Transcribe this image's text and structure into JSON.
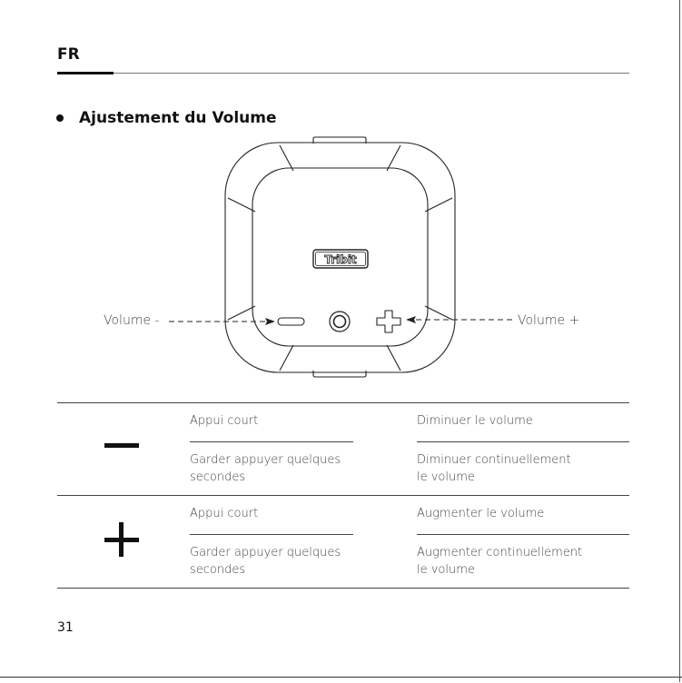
{
  "header": {
    "lang": "FR"
  },
  "section": {
    "title": "Ajustement du Volume"
  },
  "illustration": {
    "logo": "Tribit",
    "label_minus": "Volume -",
    "label_plus": "Volume +"
  },
  "table": {
    "rows": [
      {
        "symbol": "minus-icon",
        "actions": [
          "Appui court",
          "Garder appuyer quelques\nsecondes"
        ],
        "results": [
          "Diminuer le volume",
          "Diminuer continuellement\nle volume"
        ]
      },
      {
        "symbol": "plus-icon",
        "actions": [
          "Appui court",
          "Garder appuyer quelques\nsecondes"
        ],
        "results": [
          "Augmenter le volume",
          "Augmenter continuellement\nle volume"
        ]
      }
    ]
  },
  "footer": {
    "page_number": "31"
  },
  "colors": {
    "text": "#444444",
    "heading": "#111111",
    "rule": "#444444"
  }
}
